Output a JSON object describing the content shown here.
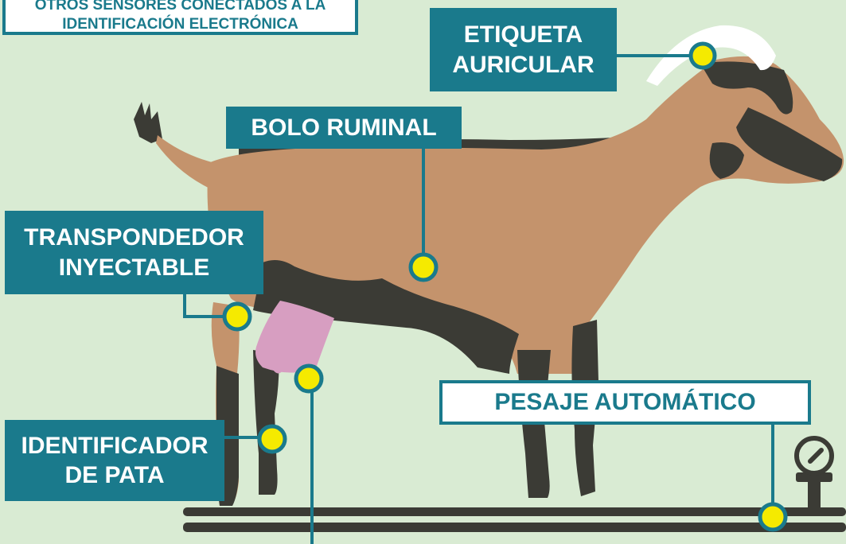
{
  "labels": {
    "otros_sensores": {
      "line1": "OTROS SENSORES CONECTADOS A LA",
      "line2": "IDENTIFICACIÓN ELECTRÓNICA"
    },
    "etiqueta_auricular": {
      "line1": "ETIQUETA",
      "line2": "AURICULAR"
    },
    "bolo_ruminal": "BOLO RUMINAL",
    "transpondedor_inyectable": {
      "line1": "TRANSPONDEDOR",
      "line2": "INYECTABLE"
    },
    "identificador_pata": {
      "line1": "IDENTIFICADOR",
      "line2": "DE PATA"
    },
    "pesaje_automatico": "PESAJE AUTOMÁTICO"
  },
  "colors": {
    "background": "#d9ebd3",
    "teal": "#1a7a8c",
    "goat_body": "#c4936c",
    "goat_dark": "#3b3b35",
    "udder": "#d79ec1",
    "marker": "#f5ea00",
    "scale": "#3b3b35",
    "horn": "#ffffff"
  }
}
